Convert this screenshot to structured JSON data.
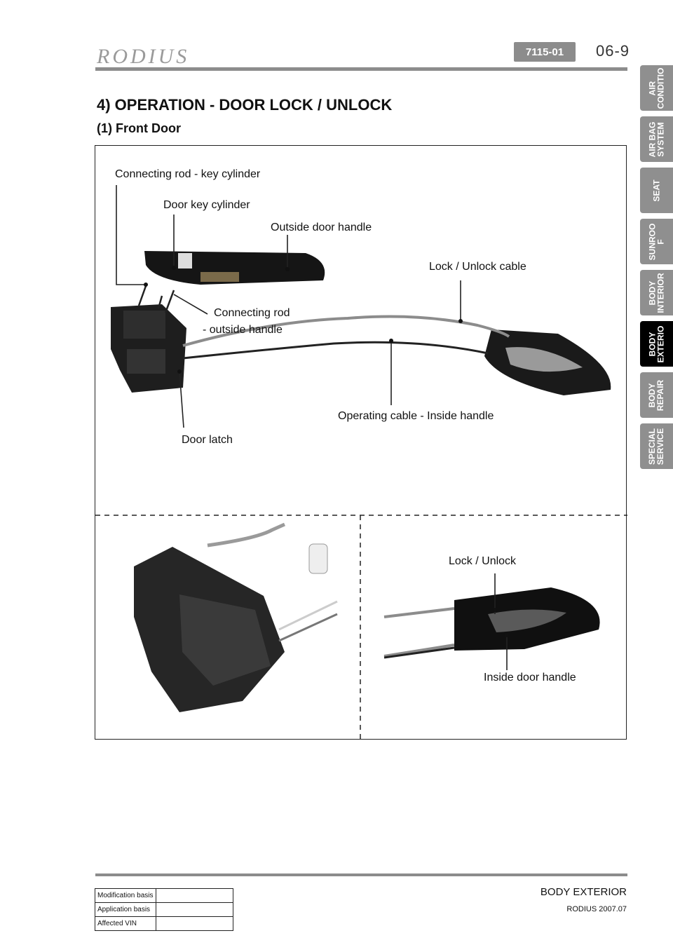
{
  "header": {
    "brand": "RODIUS",
    "section_code": "7115-01",
    "page_number": "06-9"
  },
  "tabs": [
    {
      "label": "AIR\nCONDITIO",
      "active": false
    },
    {
      "label": "AIR BAG\nSYSTEM",
      "active": false
    },
    {
      "label": "SEAT",
      "active": false
    },
    {
      "label": "SUNROO\nF",
      "active": false
    },
    {
      "label": "BODY\nINTERIOR",
      "active": false
    },
    {
      "label": "BODY\nEXTERIO",
      "active": true
    },
    {
      "label": "BODY\nREPAIR",
      "active": false
    },
    {
      "label": "SPECIAL\nSERVICE",
      "active": false
    }
  ],
  "title": "4) OPERATION - DOOR LOCK / UNLOCK",
  "subtitle": "(1) Front Door",
  "figure": {
    "labels": {
      "connecting_rod_key_cylinder": "Connecting rod - key cylinder",
      "door_key_cylinder": "Door key cylinder",
      "outside_door_handle": "Outside door handle",
      "lock_unlock_cable": "Lock / Unlock cable",
      "connecting_rod_outside_line1": "Connecting rod",
      "connecting_rod_outside_line2": "- outside handle",
      "operating_cable_inside_handle": "Operating cable - Inside handle",
      "door_latch": "Door latch",
      "lock_unlock": "Lock / Unlock",
      "inside_door_handle": "Inside door handle"
    }
  },
  "footer": {
    "section": "BODY EXTERIOR",
    "model_date": "RODIUS 2007.07",
    "table": [
      {
        "key": "Modification basis",
        "value": ""
      },
      {
        "key": "Application basis",
        "value": ""
      },
      {
        "key": "Affected VIN",
        "value": ""
      }
    ]
  }
}
